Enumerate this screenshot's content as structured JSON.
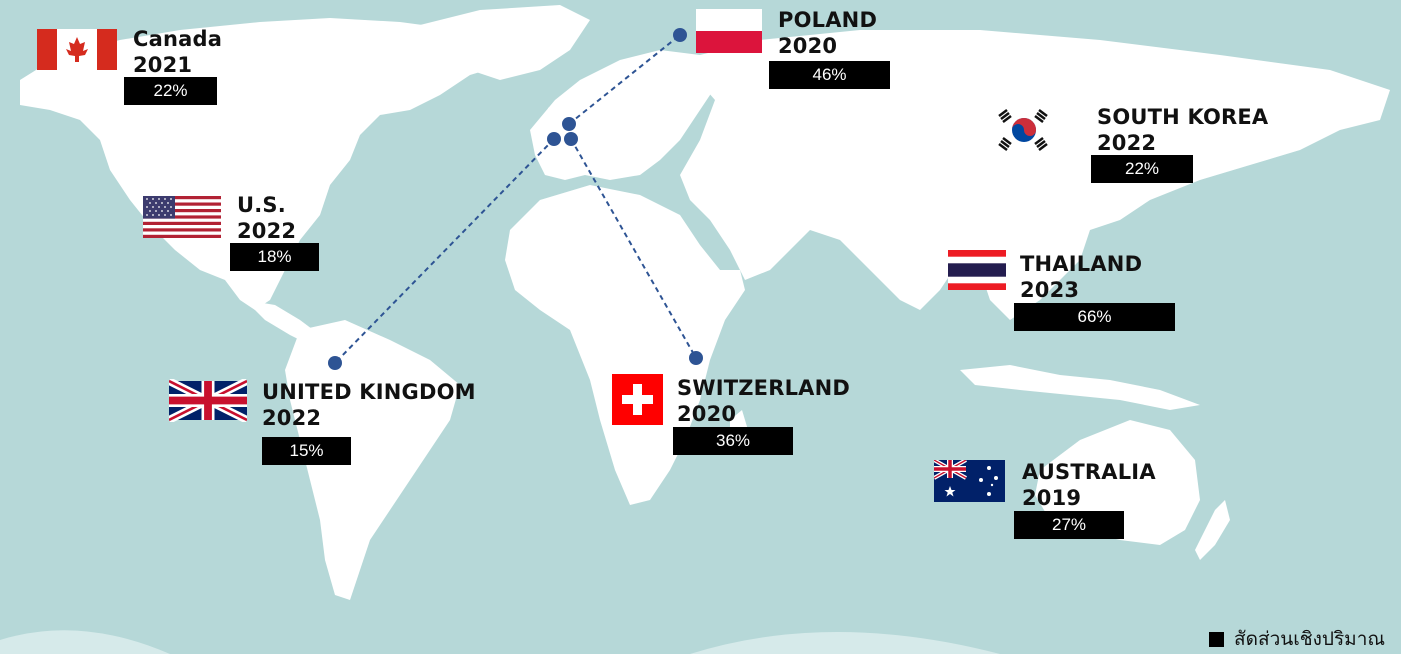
{
  "legend": {
    "label": "สัดส่วนเชิงปริมาณ",
    "swatch_color": "#000000"
  },
  "colors": {
    "sea": "#b6d8d8",
    "land": "#ffffff",
    "connector": "#2e5494",
    "bar": "#000000"
  },
  "countries": [
    {
      "name": "Canada",
      "year": "2021",
      "share": "22%",
      "flag": "canada-flag-icon"
    },
    {
      "name": "POLAND",
      "year": "2020",
      "share": "46%",
      "flag": "poland-flag-icon"
    },
    {
      "name": "SOUTH KOREA",
      "year": "2022",
      "share": "22%",
      "flag": "south-korea-flag-icon"
    },
    {
      "name": "U.S.",
      "year": "2022",
      "share": "18%",
      "flag": "us-flag-icon"
    },
    {
      "name": "THAILAND",
      "year": "2023",
      "share": "66%",
      "flag": "thailand-flag-icon"
    },
    {
      "name": "UNITED KINGDOM",
      "year": "2022",
      "share": "15%",
      "flag": "uk-flag-icon"
    },
    {
      "name": "SWITZERLAND",
      "year": "2020",
      "share": "36%",
      "flag": "switzerland-flag-icon"
    },
    {
      "name": "AUSTRALIA",
      "year": "2019",
      "share": "27%",
      "flag": "australia-flag-icon"
    }
  ]
}
